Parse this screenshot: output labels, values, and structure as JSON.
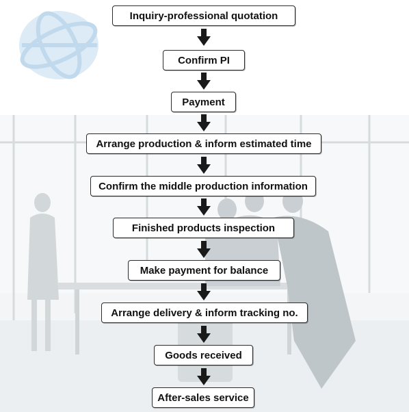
{
  "steps": [
    {
      "label": "Inquiry-professional quotation"
    },
    {
      "label": "Confirm PI"
    },
    {
      "label": "Payment"
    },
    {
      "label": "Arrange production & inform estimated time"
    },
    {
      "label": "Confirm the middle production information"
    },
    {
      "label": "Finished products inspection"
    },
    {
      "label": "Make payment for balance"
    },
    {
      "label": "Arrange delivery & inform tracking no."
    },
    {
      "label": "Goods received"
    },
    {
      "label": "After-sales service"
    }
  ],
  "colors": {
    "box_border": "#2b2b2b",
    "box_fill": "#ffffff",
    "text": "#111111",
    "arrow": "#1a1a1a",
    "photo_tint": "#eef1f3",
    "globe_tint": "#cfe3f2"
  }
}
